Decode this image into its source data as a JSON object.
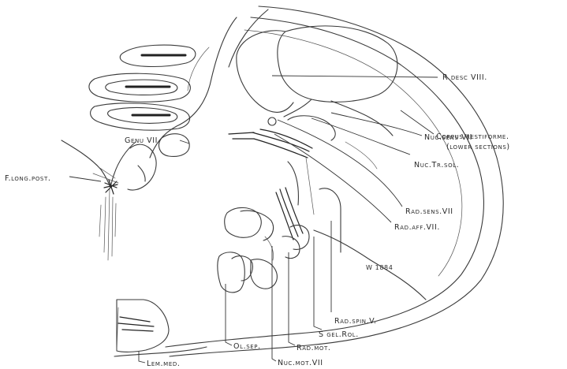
{
  "labels": {
    "r_desc": "R desc VIII.",
    "corpus_restiforme": "Corpus restiforme.",
    "nuc_sens": "Nuc.sens VII",
    "lower_sections": "(lower sections)",
    "nuc_tr_sol": "Nuc.Tr.sol.",
    "rad_sens": "Rad.sens.VII",
    "rad_aff": "Rad.aff.VII.",
    "genu": "Genu VII",
    "f_long_post": "F.long.post.",
    "rad_spin": "Rad.spin.V.",
    "s_gel_rol": "S gel.Rol.",
    "rad_mot": "Rad.mot.",
    "ol_sep": "Ol.sep.",
    "lem_med": "Lem.med.",
    "nuc_mot": "Nuc.mot.VII",
    "signature": "W 1884"
  }
}
